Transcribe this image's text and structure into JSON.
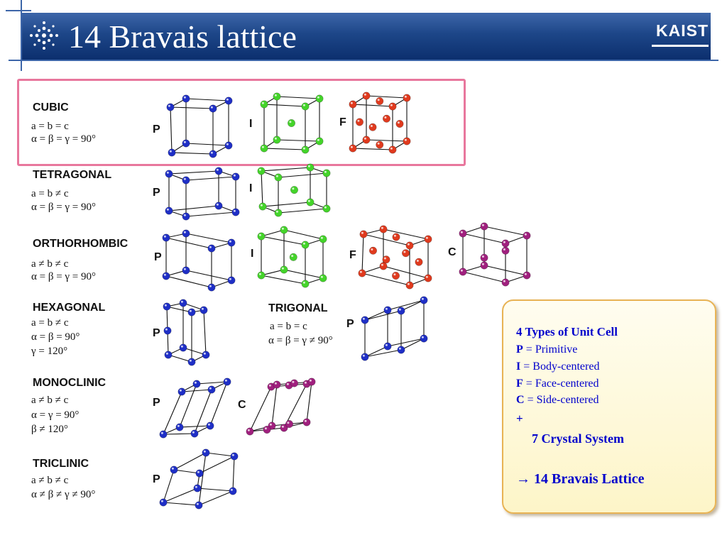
{
  "title": "14 Bravais lattice",
  "logo": "KAIST",
  "systems": [
    {
      "id": "cubic",
      "name": "CUBIC",
      "params": [
        "a = b = c",
        "α = β = γ = 90°"
      ],
      "lattices": [
        {
          "type": "P",
          "color": "#1f2fc6"
        },
        {
          "type": "I",
          "color": "#44d42a"
        },
        {
          "type": "F",
          "color": "#e03a1e"
        }
      ]
    },
    {
      "id": "tetragonal",
      "name": "TETRAGONAL",
      "params": [
        "a = b ≠ c",
        "α = β = γ = 90°"
      ],
      "lattices": [
        {
          "type": "P",
          "color": "#1f2fc6"
        },
        {
          "type": "I",
          "color": "#44d42a"
        }
      ]
    },
    {
      "id": "orthorhombic",
      "name": "ORTHORHOMBIC",
      "params": [
        "a ≠ b ≠ c",
        "α = β = γ = 90°"
      ],
      "lattices": [
        {
          "type": "P",
          "color": "#1f2fc6"
        },
        {
          "type": "I",
          "color": "#44d42a"
        },
        {
          "type": "F",
          "color": "#e03a1e"
        },
        {
          "type": "C",
          "color": "#a0207e"
        }
      ]
    },
    {
      "id": "hexagonal",
      "name": "HEXAGONAL",
      "params": [
        "a = b ≠ c",
        "α = β = 90°",
        "γ = 120°"
      ],
      "lattices": [
        {
          "type": "P",
          "color": "#1f2fc6"
        }
      ]
    },
    {
      "id": "trigonal",
      "name": "TRIGONAL",
      "params": [
        "a = b = c",
        "α = β = γ ≠ 90°"
      ],
      "lattices": [
        {
          "type": "P",
          "color": "#1f2fc6"
        }
      ]
    },
    {
      "id": "monoclinic",
      "name": "MONOCLINIC",
      "params": [
        "a ≠ b ≠ c",
        "α = γ = 90°",
        "β ≠ 120°"
      ],
      "lattices": [
        {
          "type": "P",
          "color": "#1f2fc6"
        },
        {
          "type": "C",
          "color": "#a0207e"
        }
      ]
    },
    {
      "id": "triclinic",
      "name": "TRICLINIC",
      "params": [
        "a ≠ b ≠ c",
        "α ≠ β ≠ γ ≠ 90°"
      ],
      "lattices": [
        {
          "type": "P",
          "color": "#1f2fc6"
        }
      ]
    }
  ],
  "legend": {
    "heading": "4 Types of Unit Cell",
    "items": [
      {
        "key": "P",
        "sep": " = ",
        "desc": "Primitive"
      },
      {
        "key": "I",
        "sep": " = ",
        "desc": "Body-centered"
      },
      {
        "key": "F",
        "sep": " = ",
        "desc": "Face-centered"
      },
      {
        "key": "C",
        "sep": " = ",
        "desc": "Side-centered"
      }
    ],
    "plus": "+",
    "crystal": "7 Crystal System",
    "result": "→ 14 Bravais Lattice"
  }
}
